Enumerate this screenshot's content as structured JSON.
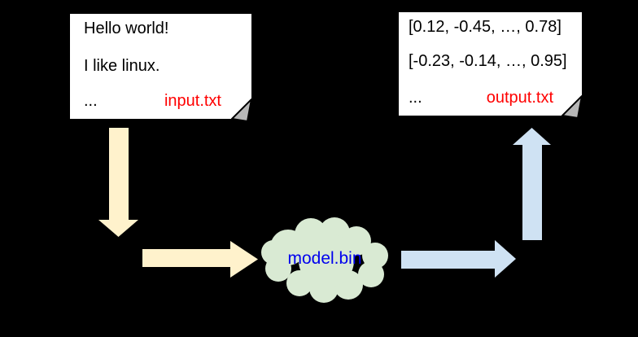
{
  "scene": {
    "background": "#000000"
  },
  "notes": {
    "input": {
      "lines": [
        "Hello world!",
        "I like linux."
      ],
      "more_indicator": "...",
      "filename": "input.txt"
    },
    "output": {
      "lines": [
        "[0.12, -0.45, …, 0.78]",
        "[-0.23, -0.14, …, 0.95]"
      ],
      "more_indicator": "...",
      "filename": "output.txt"
    }
  },
  "cloud": {
    "label": "model.bin"
  },
  "colors": {
    "background": "#000000",
    "note_paper": "#ffffff",
    "note_text": "#000000",
    "filename_red": "#ff0000",
    "fold_gray": "#b7b7b7",
    "fold_stroke": "#000000",
    "arrow_cream": "#fff2cc",
    "arrow_blue": "#cfe2f3",
    "cloud_fill": "#d9ead3",
    "cloud_stroke": "#000000",
    "cloud_label_blue": "#0000ee"
  }
}
